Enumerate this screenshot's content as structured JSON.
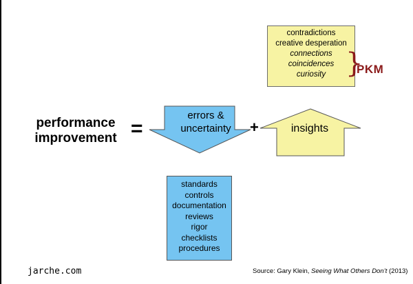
{
  "top_box": {
    "lines": [
      "contradictions",
      "creative desperation"
    ],
    "italic_lines": [
      "connections",
      "coincidences",
      "curiosity"
    ]
  },
  "pkm_label": "PKM",
  "left_label": {
    "line1": "performance",
    "line2": "improvement"
  },
  "equals": "=",
  "plus": "+",
  "down_arrow": {
    "line1": "errors &",
    "line2": "uncertainty"
  },
  "up_arrow": {
    "label": "insights"
  },
  "bottom_box": {
    "items": [
      "standards",
      "controls",
      "documentation",
      "reviews",
      "rigor",
      "checklists",
      "procedures"
    ]
  },
  "footer": {
    "site": "jarche.com",
    "source_prefix": "Source: Gary Klein, ",
    "source_title": "Seeing What Others Don’t",
    "source_suffix": " (2013)"
  },
  "colors": {
    "yellow": "#f7f3a3",
    "blue": "#75c4f1",
    "pkm": "#8b1a1a"
  }
}
